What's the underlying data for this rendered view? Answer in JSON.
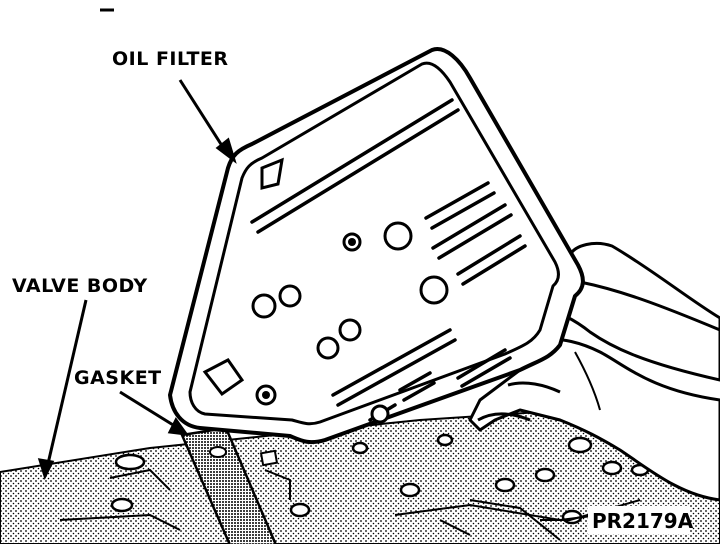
{
  "labels": {
    "oil_filter": "OIL FILTER",
    "valve_body": "VALVE BODY",
    "gasket": "GASKET"
  },
  "figure_id": "PR2179A",
  "colors": {
    "ink": "#000000",
    "paper": "#ffffff"
  }
}
